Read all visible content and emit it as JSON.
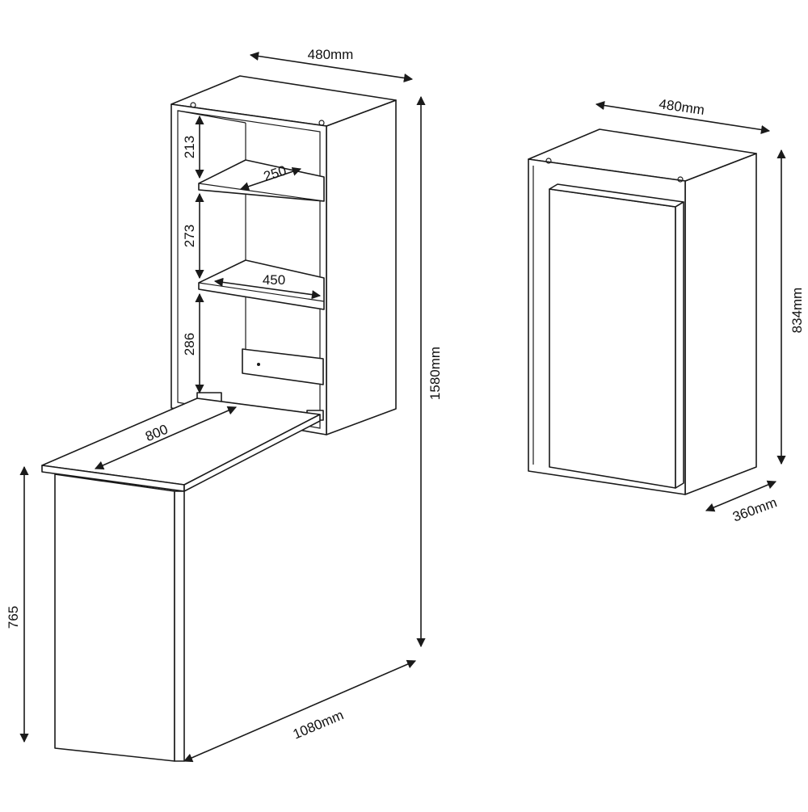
{
  "open_unit": {
    "dimensions": {
      "top_width": "480mm",
      "total_height": "1580mm",
      "table_length": "1080mm",
      "table_height": "765",
      "table_depth": "800",
      "gap_top": "213",
      "gap_middle": "273",
      "gap_bottom": "286",
      "shelf_upper_depth": "250",
      "shelf_lower_width": "450"
    }
  },
  "closed_unit": {
    "dimensions": {
      "width": "480mm",
      "height": "834mm",
      "depth": "360mm"
    }
  }
}
